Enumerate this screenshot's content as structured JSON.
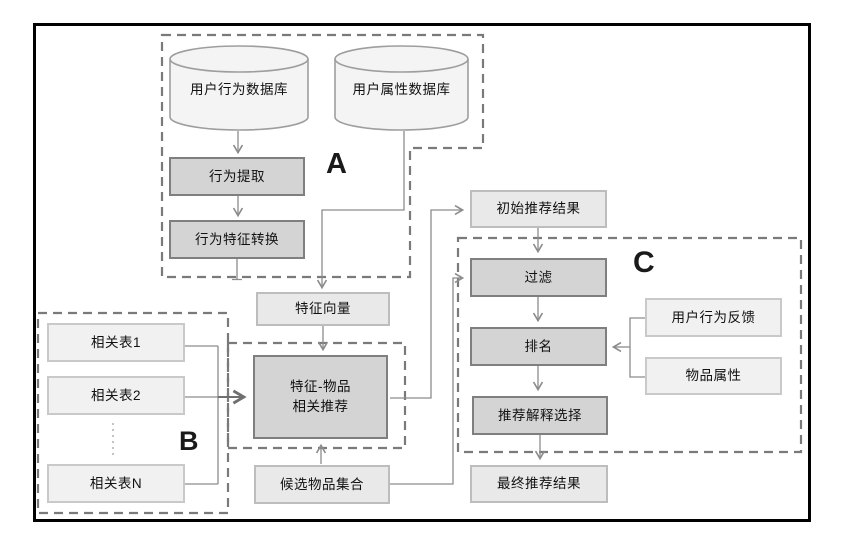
{
  "diagram": {
    "title_hint": "推荐系统流程图",
    "groups": {
      "a": "A",
      "b": "B",
      "c": "C"
    },
    "nodes": {
      "db_behavior": {
        "label": "用户行为数据库",
        "shape": "cylinder"
      },
      "db_attribute": {
        "label": "用户属性数据库",
        "shape": "cylinder"
      },
      "behavior_extract": {
        "label": "行为提取"
      },
      "behavior_convert": {
        "label": "行为特征转换"
      },
      "feature_vector": {
        "label": "特征向量"
      },
      "rel_table_1": {
        "label": "相关表1"
      },
      "rel_table_2": {
        "label": "相关表2"
      },
      "rel_table_n": {
        "label": "相关表N"
      },
      "feature_item_rec": {
        "label": "特征-物品\n相关推荐"
      },
      "candidate_items": {
        "label": "候选物品集合"
      },
      "initial_results": {
        "label": "初始推荐结果"
      },
      "filter": {
        "label": "过滤"
      },
      "ranking": {
        "label": "排名"
      },
      "user_feedback": {
        "label": "用户行为反馈"
      },
      "item_attributes": {
        "label": "物品属性"
      },
      "explain_select": {
        "label": "推荐解释选择"
      },
      "final_results": {
        "label": "最终推荐结果"
      }
    },
    "colors": {
      "node_dark_fill": "#d4d4d4",
      "node_light_fill": "#e9e9e9",
      "node_lighter_fill": "#f1f1f1",
      "node_dark_border": "#7f7f7f",
      "connector": "#8c8c8c",
      "group_dash": "#7a7a7a",
      "frame": "#000000"
    }
  }
}
